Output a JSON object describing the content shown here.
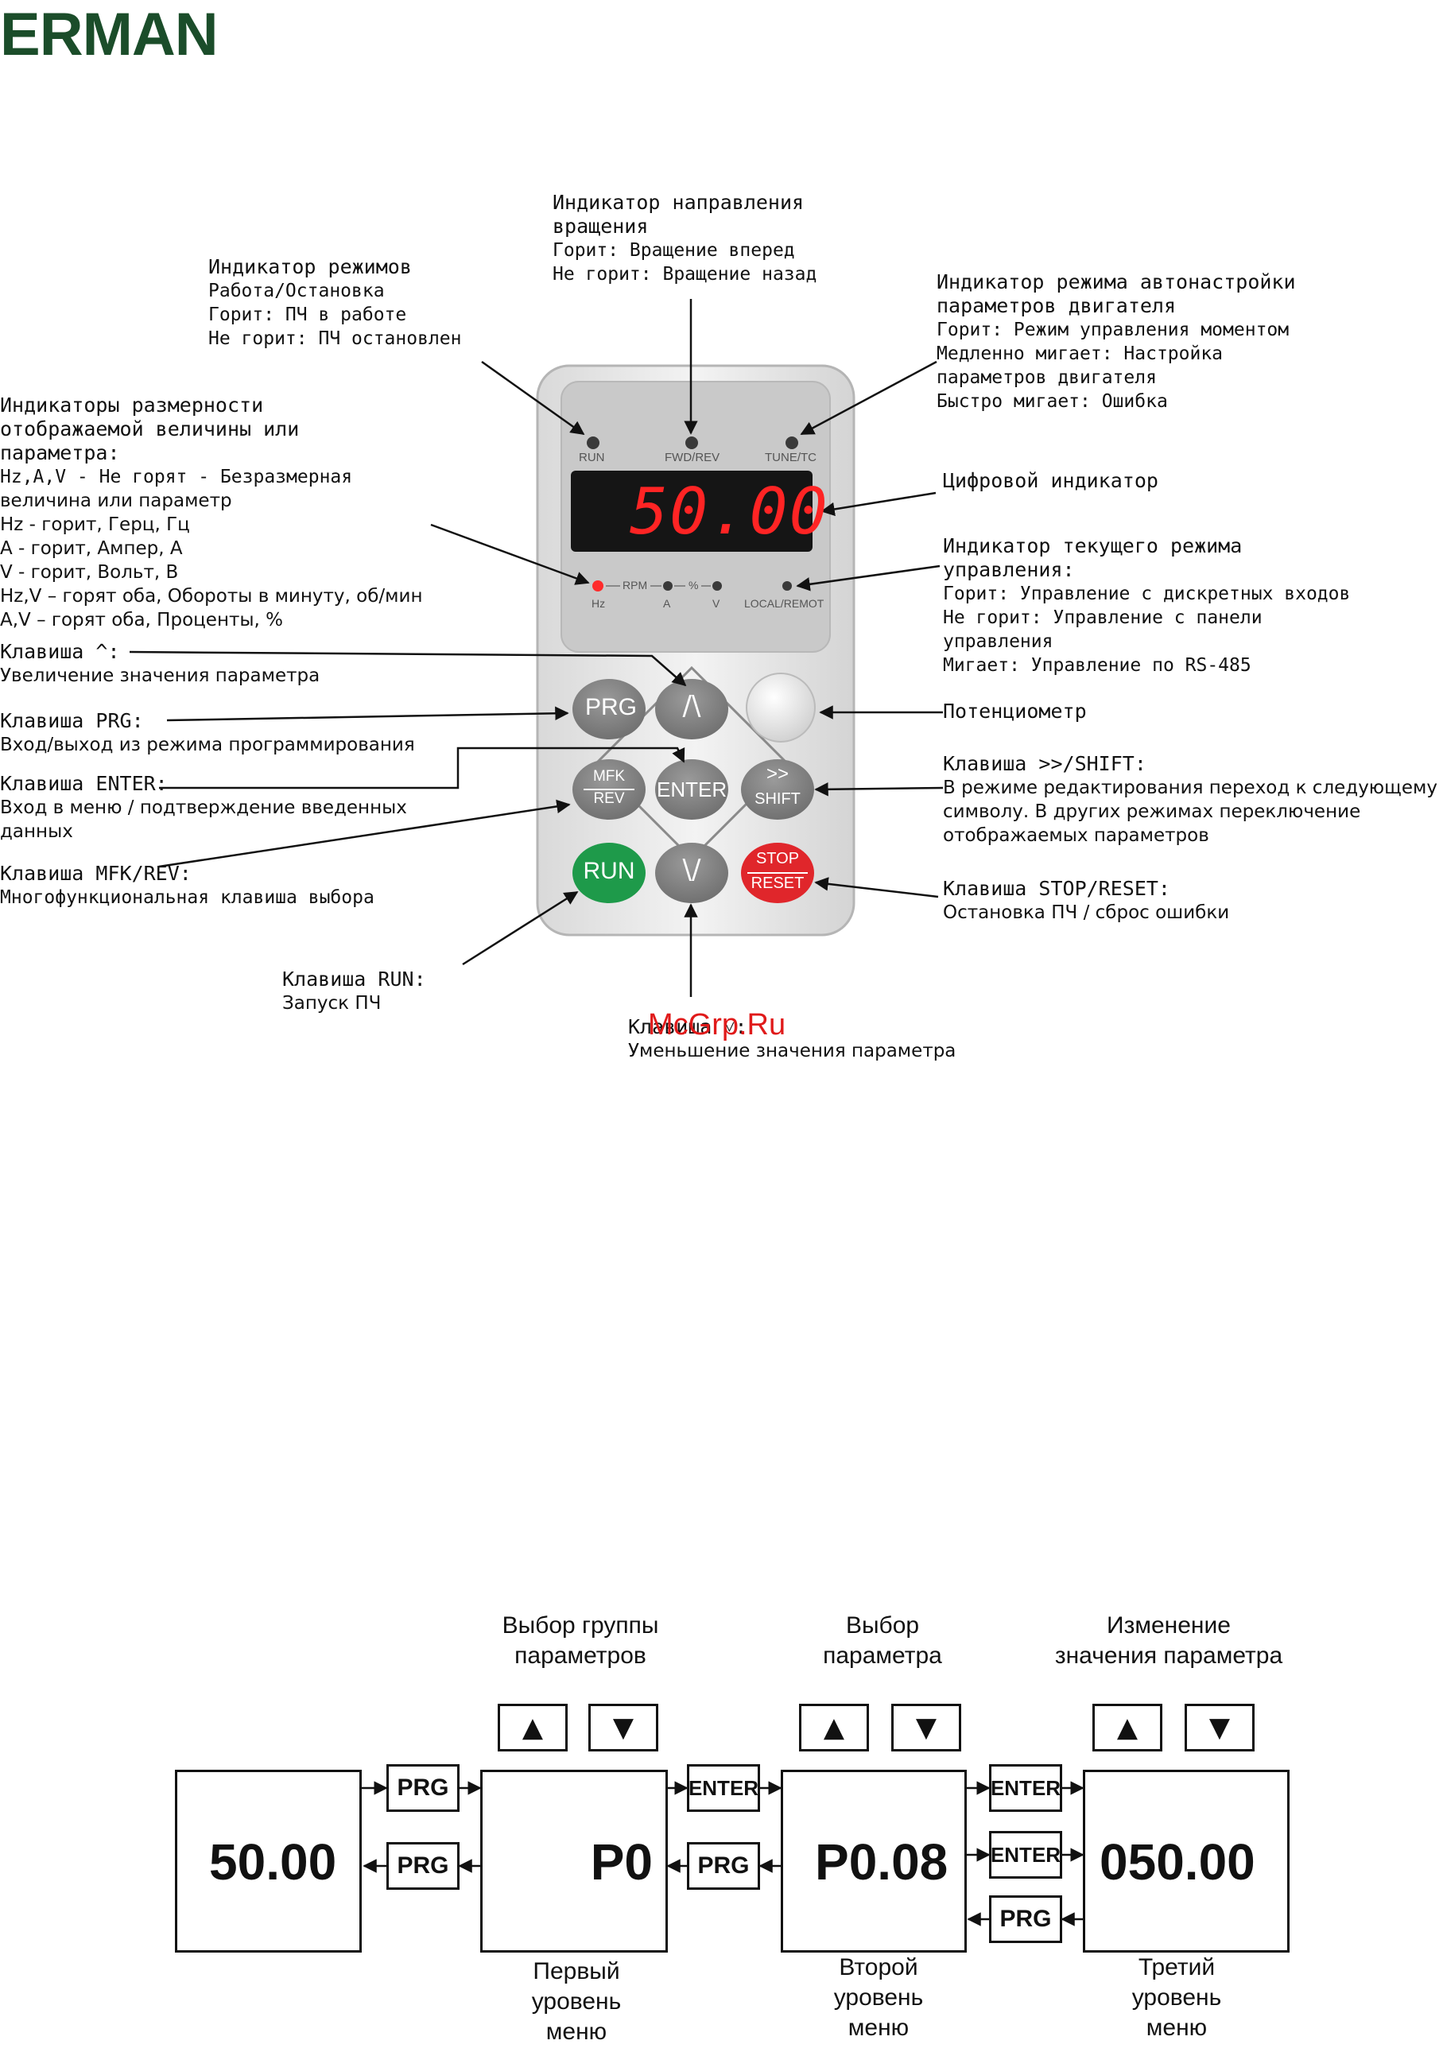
{
  "logo": "ERMAN",
  "watermark": "McGrp.Ru",
  "panel": {
    "led_labels": [
      "RUN",
      "FWD/REV",
      "TUNE/TC"
    ],
    "display_value": "50.00",
    "unit_labels": [
      "Hz",
      "RPM",
      "A",
      "%",
      "V",
      "LOCAL/REMOT"
    ],
    "keys": {
      "prg": "PRG",
      "up": "/\\",
      "mfk_top": "MFK",
      "mfk_bottom": "REV",
      "enter": "ENTER",
      "shift_top": ">>",
      "shift_bottom": "SHIFT",
      "run": "RUN",
      "down": "\\/",
      "stop_top": "STOP",
      "stop_bottom": "RESET"
    }
  },
  "annotations": {
    "fwd": {
      "title": "Индикатор направления",
      "lines": [
        "вращения",
        "Горит: Вращение вперед",
        "Не горит: Вращение назад"
      ]
    },
    "mode": {
      "title": "Индикатор режимов",
      "lines": [
        "Работа/Остановка",
        "Горит: ПЧ в работе",
        "Не горит: ПЧ остановлен"
      ]
    },
    "tune": {
      "title": "Индикатор режима автонастройки",
      "lines": [
        "параметров двигателя",
        "Горит: Режим управления моментом",
        "Медленно мигает: Настройка",
        "параметров двигателя",
        "Быстро мигает: Ошибка"
      ]
    },
    "units": {
      "title": "Индикаторы размерности",
      "lines": [
        "отображаемой величины или",
        "параметра:",
        "Hz,A,V - Не горят - Безразмерная",
        "величина или параметр",
        "Hz - горит, Герц, Гц",
        "A - горит, Ампер, А",
        "V - горит, Вольт, В",
        "Hz,V – горят оба, Обороты в минуту, об/мин",
        "A,V – горят оба, Проценты, %"
      ]
    },
    "digital": {
      "title": "Цифровой индикатор",
      "lines": []
    },
    "control": {
      "title": "Индикатор текущего режима",
      "lines": [
        "управления:",
        "Горит: Управление с дискретных входов",
        "Не горит: Управление с панели",
        "управления",
        "Мигает: Управление по RS-485"
      ]
    },
    "up_key": {
      "title": "Клавиша ^:",
      "lines": [
        "Увеличение значения параметра"
      ]
    },
    "prg_key": {
      "title": "Клавиша PRG:",
      "lines": [
        "Вход/выход из режима программирования"
      ]
    },
    "pot": {
      "title": "Потенциометр",
      "lines": []
    },
    "enter_key": {
      "title": "Клавиша ENTER:",
      "lines": [
        "Вход в меню / подтверждение введенных",
        "данных"
      ]
    },
    "shift_key": {
      "title": "Клавиша >>/SHIFT:",
      "lines": [
        "В режиме редактирования переход к следующему",
        "символу. В других режимах переключение",
        "отображаемых параметров"
      ]
    },
    "mfk_key": {
      "title": "Клавиша MFK/REV:",
      "lines": [
        "Многофункциональная клавиша выбора"
      ]
    },
    "stop_key": {
      "title": "Клавиша STOP/RESET:",
      "lines": [
        "Остановка ПЧ / сброс ошибки"
      ]
    },
    "run_key": {
      "title": "Клавиша RUN:",
      "lines": [
        "Запуск ПЧ"
      ]
    },
    "down_key": {
      "title": "Клавиша ˅:",
      "lines": [
        "Уменьшение значения параметра"
      ]
    }
  },
  "flow": {
    "header1": [
      "Выбор группы",
      "параметров"
    ],
    "header2": [
      "Выбор",
      "параметра"
    ],
    "header3": [
      "Изменение",
      "значения параметра"
    ],
    "screens": [
      "50.00",
      "P0",
      "P0.08",
      "050.00"
    ],
    "captions": [
      [
        "Первый",
        "уровень",
        "меню"
      ],
      [
        "Второй",
        "уровень",
        "меню"
      ],
      [
        "Третий",
        "уровень",
        "меню"
      ]
    ],
    "keys": {
      "prg": "PRG",
      "enter": "ENTER"
    },
    "up_glyph": "▲",
    "down_glyph": "▼"
  }
}
